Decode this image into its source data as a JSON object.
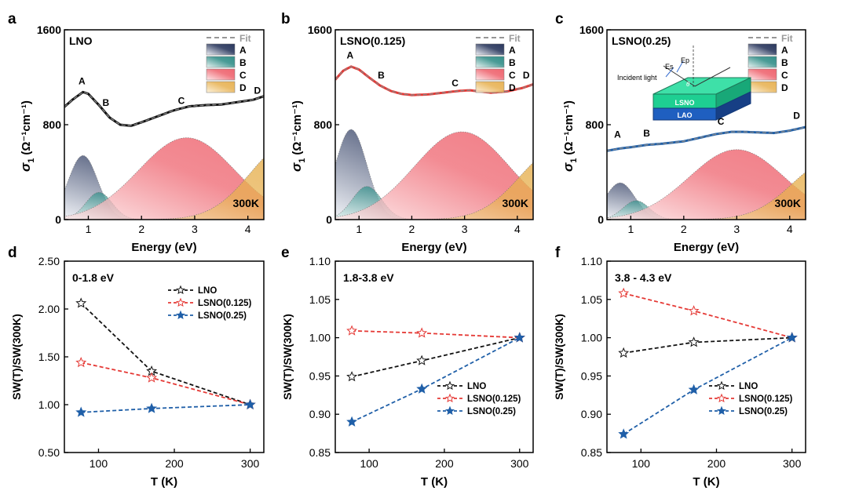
{
  "figure": {
    "panel_letters": [
      "a",
      "b",
      "c",
      "d",
      "e",
      "f"
    ]
  },
  "colors": {
    "A": "#1f2d55",
    "B": "#2f8c86",
    "C": "#f0646e",
    "D": "#e2a94a",
    "LNO": "#111111",
    "LSNO(0.125)": "#e53935",
    "LSNO(0.25)": "#1f5fa8",
    "fit": "#888888"
  },
  "chart_data": [
    {
      "panel": "a",
      "type": "area",
      "title": "LNO",
      "temperature_label": "300K",
      "xlabel": "Energy (eV)",
      "ylabel_main": "σ",
      "ylabel_sub": "1",
      "ylabel_unit": "(Ω⁻¹cm⁻¹)",
      "xlim": [
        0.55,
        4.3
      ],
      "ylim": [
        0,
        1600
      ],
      "xticks": [
        1,
        2,
        3,
        4
      ],
      "yticks": [
        0,
        800,
        1600
      ],
      "legend": [
        "Fit",
        "A",
        "B",
        "C",
        "D"
      ],
      "peaks": [
        {
          "name": "A",
          "center": 0.9,
          "amplitude": 540,
          "width": 0.28
        },
        {
          "name": "B",
          "center": 1.2,
          "amplitude": 230,
          "width": 0.25
        },
        {
          "name": "C",
          "center": 2.85,
          "amplitude": 690,
          "width": 0.9
        },
        {
          "name": "D",
          "center": 4.8,
          "amplitude": 650,
          "width": 0.75
        }
      ],
      "total": {
        "x": [
          0.55,
          0.7,
          0.9,
          1.0,
          1.2,
          1.4,
          1.6,
          1.8,
          2.0,
          2.3,
          2.6,
          2.9,
          3.2,
          3.5,
          3.8,
          4.1,
          4.3
        ],
        "y": [
          950,
          1010,
          1075,
          1060,
          965,
          860,
          800,
          790,
          820,
          870,
          920,
          955,
          965,
          970,
          990,
          1010,
          1040
        ]
      },
      "point_labels": [
        {
          "text": "A",
          "x": 0.88,
          "y": 1140
        },
        {
          "text": "B",
          "x": 1.33,
          "y": 960
        },
        {
          "text": "C",
          "x": 2.75,
          "y": 975
        },
        {
          "text": "D",
          "x": 4.18,
          "y": 1060
        }
      ]
    },
    {
      "panel": "b",
      "type": "area",
      "title": "LSNO(0.125)",
      "temperature_label": "300K",
      "xlabel": "Energy (eV)",
      "ylabel_main": "σ",
      "ylabel_sub": "1",
      "ylabel_unit": "(Ω⁻¹cm⁻¹)",
      "xlim": [
        0.55,
        4.3
      ],
      "ylim": [
        0,
        1600
      ],
      "xticks": [
        1,
        2,
        3,
        4
      ],
      "yticks": [
        0,
        800,
        1600
      ],
      "legend": [
        "Fit",
        "A",
        "B",
        "C",
        "D"
      ],
      "peaks": [
        {
          "name": "A",
          "center": 0.85,
          "amplitude": 760,
          "width": 0.3
        },
        {
          "name": "B",
          "center": 1.15,
          "amplitude": 280,
          "width": 0.28
        },
        {
          "name": "C",
          "center": 2.95,
          "amplitude": 740,
          "width": 0.9
        },
        {
          "name": "D",
          "center": 4.8,
          "amplitude": 600,
          "width": 0.75
        }
      ],
      "total": {
        "x": [
          0.55,
          0.7,
          0.85,
          1.0,
          1.2,
          1.4,
          1.6,
          1.8,
          2.0,
          2.3,
          2.6,
          2.9,
          3.1,
          3.3,
          3.5,
          3.8,
          4.1,
          4.3
        ],
        "y": [
          1180,
          1255,
          1290,
          1265,
          1195,
          1130,
          1085,
          1060,
          1050,
          1055,
          1070,
          1085,
          1090,
          1080,
          1070,
          1080,
          1110,
          1140
        ]
      },
      "point_labels": [
        {
          "text": "A",
          "x": 0.83,
          "y": 1360
        },
        {
          "text": "B",
          "x": 1.42,
          "y": 1190
        },
        {
          "text": "C",
          "x": 2.82,
          "y": 1125
        },
        {
          "text": "D",
          "x": 4.17,
          "y": 1190
        }
      ]
    },
    {
      "panel": "c",
      "type": "area",
      "title": "LSNO(0.25)",
      "temperature_label": "300K",
      "xlabel": "Energy (eV)",
      "ylabel_main": "σ",
      "ylabel_sub": "1",
      "ylabel_unit": "(Ω⁻¹cm⁻¹)",
      "xlim": [
        0.55,
        4.3
      ],
      "ylim": [
        0,
        1600
      ],
      "xticks": [
        1,
        2,
        3,
        4
      ],
      "yticks": [
        0,
        800,
        1600
      ],
      "legend": [
        "Fit",
        "A",
        "B",
        "C",
        "D"
      ],
      "peaks": [
        {
          "name": "A",
          "center": 0.8,
          "amplitude": 310,
          "width": 0.28
        },
        {
          "name": "B",
          "center": 1.1,
          "amplitude": 160,
          "width": 0.25
        },
        {
          "name": "C",
          "center": 3.0,
          "amplitude": 590,
          "width": 0.9
        },
        {
          "name": "D",
          "center": 4.8,
          "amplitude": 500,
          "width": 0.75
        }
      ],
      "total": {
        "x": [
          0.55,
          0.8,
          1.0,
          1.3,
          1.6,
          2.0,
          2.3,
          2.6,
          2.9,
          3.1,
          3.4,
          3.7,
          4.0,
          4.3
        ],
        "y": [
          580,
          600,
          610,
          630,
          640,
          660,
          690,
          720,
          740,
          740,
          735,
          730,
          750,
          780
        ]
      },
      "point_labels": [
        {
          "text": "A",
          "x": 0.75,
          "y": 690
        },
        {
          "text": "B",
          "x": 1.3,
          "y": 700
        },
        {
          "text": "C",
          "x": 2.7,
          "y": 800
        },
        {
          "text": "D",
          "x": 4.13,
          "y": 850
        }
      ],
      "inset": {
        "incident": "Incident light",
        "es": "Es",
        "ep": "Ep",
        "theta": "θ",
        "film": "LSNO",
        "substrate": "LAO"
      }
    },
    {
      "panel": "d",
      "type": "line",
      "annotation": "0-1.8 eV",
      "xlabel": "T (K)",
      "ylabel": "SW(T)/SW(300K)",
      "xlim": [
        55,
        318
      ],
      "ylim": [
        0.5,
        2.5
      ],
      "xticks": [
        100,
        200,
        300
      ],
      "yticks": [
        0.5,
        1.0,
        1.5,
        2.0,
        2.5
      ],
      "ytick_labels": [
        "0.50",
        "1.00",
        "1.50",
        "2.00",
        "2.50"
      ],
      "legend_position": "top-right",
      "series": [
        {
          "name": "LNO",
          "x": [
            77,
            170,
            300
          ],
          "y": [
            2.06,
            1.35,
            1.0
          ]
        },
        {
          "name": "LSNO(0.125)",
          "x": [
            77,
            170,
            300
          ],
          "y": [
            1.44,
            1.28,
            1.0
          ]
        },
        {
          "name": "LSNO(0.25)",
          "x": [
            77,
            170,
            300
          ],
          "y": [
            0.92,
            0.96,
            1.0
          ]
        }
      ]
    },
    {
      "panel": "e",
      "type": "line",
      "annotation": "1.8-3.8 eV",
      "xlabel": "T (K)",
      "ylabel": "SW(T)/SW(300K)",
      "xlim": [
        55,
        318
      ],
      "ylim": [
        0.85,
        1.1
      ],
      "xticks": [
        100,
        200,
        300
      ],
      "yticks": [
        0.85,
        0.9,
        0.95,
        1.0,
        1.05,
        1.1
      ],
      "ytick_labels": [
        "0.85",
        "0.90",
        "0.95",
        "1.00",
        "1.05",
        "1.10"
      ],
      "legend_position": "bottom-right",
      "series": [
        {
          "name": "LNO",
          "x": [
            77,
            170,
            300
          ],
          "y": [
            0.949,
            0.97,
            1.0
          ]
        },
        {
          "name": "LSNO(0.125)",
          "x": [
            77,
            170,
            300
          ],
          "y": [
            1.009,
            1.006,
            1.0
          ]
        },
        {
          "name": "LSNO(0.25)",
          "x": [
            77,
            170,
            300
          ],
          "y": [
            0.89,
            0.933,
            1.0
          ]
        }
      ]
    },
    {
      "panel": "f",
      "type": "line",
      "annotation": "3.8 - 4.3 eV",
      "xlabel": "T (K)",
      "ylabel": "SW(T)/SW(300K)",
      "xlim": [
        55,
        318
      ],
      "ylim": [
        0.85,
        1.1
      ],
      "xticks": [
        100,
        200,
        300
      ],
      "yticks": [
        0.85,
        0.9,
        0.95,
        1.0,
        1.05,
        1.1
      ],
      "ytick_labels": [
        "0.85",
        "0.90",
        "0.95",
        "1.00",
        "1.05",
        "1.10"
      ],
      "legend_position": "bottom-right",
      "series": [
        {
          "name": "LNO",
          "x": [
            77,
            170,
            300
          ],
          "y": [
            0.98,
            0.994,
            1.0
          ]
        },
        {
          "name": "LSNO(0.125)",
          "x": [
            77,
            170,
            300
          ],
          "y": [
            1.058,
            1.035,
            1.0
          ]
        },
        {
          "name": "LSNO(0.25)",
          "x": [
            77,
            170,
            300
          ],
          "y": [
            0.874,
            0.932,
            1.0
          ]
        }
      ]
    }
  ]
}
